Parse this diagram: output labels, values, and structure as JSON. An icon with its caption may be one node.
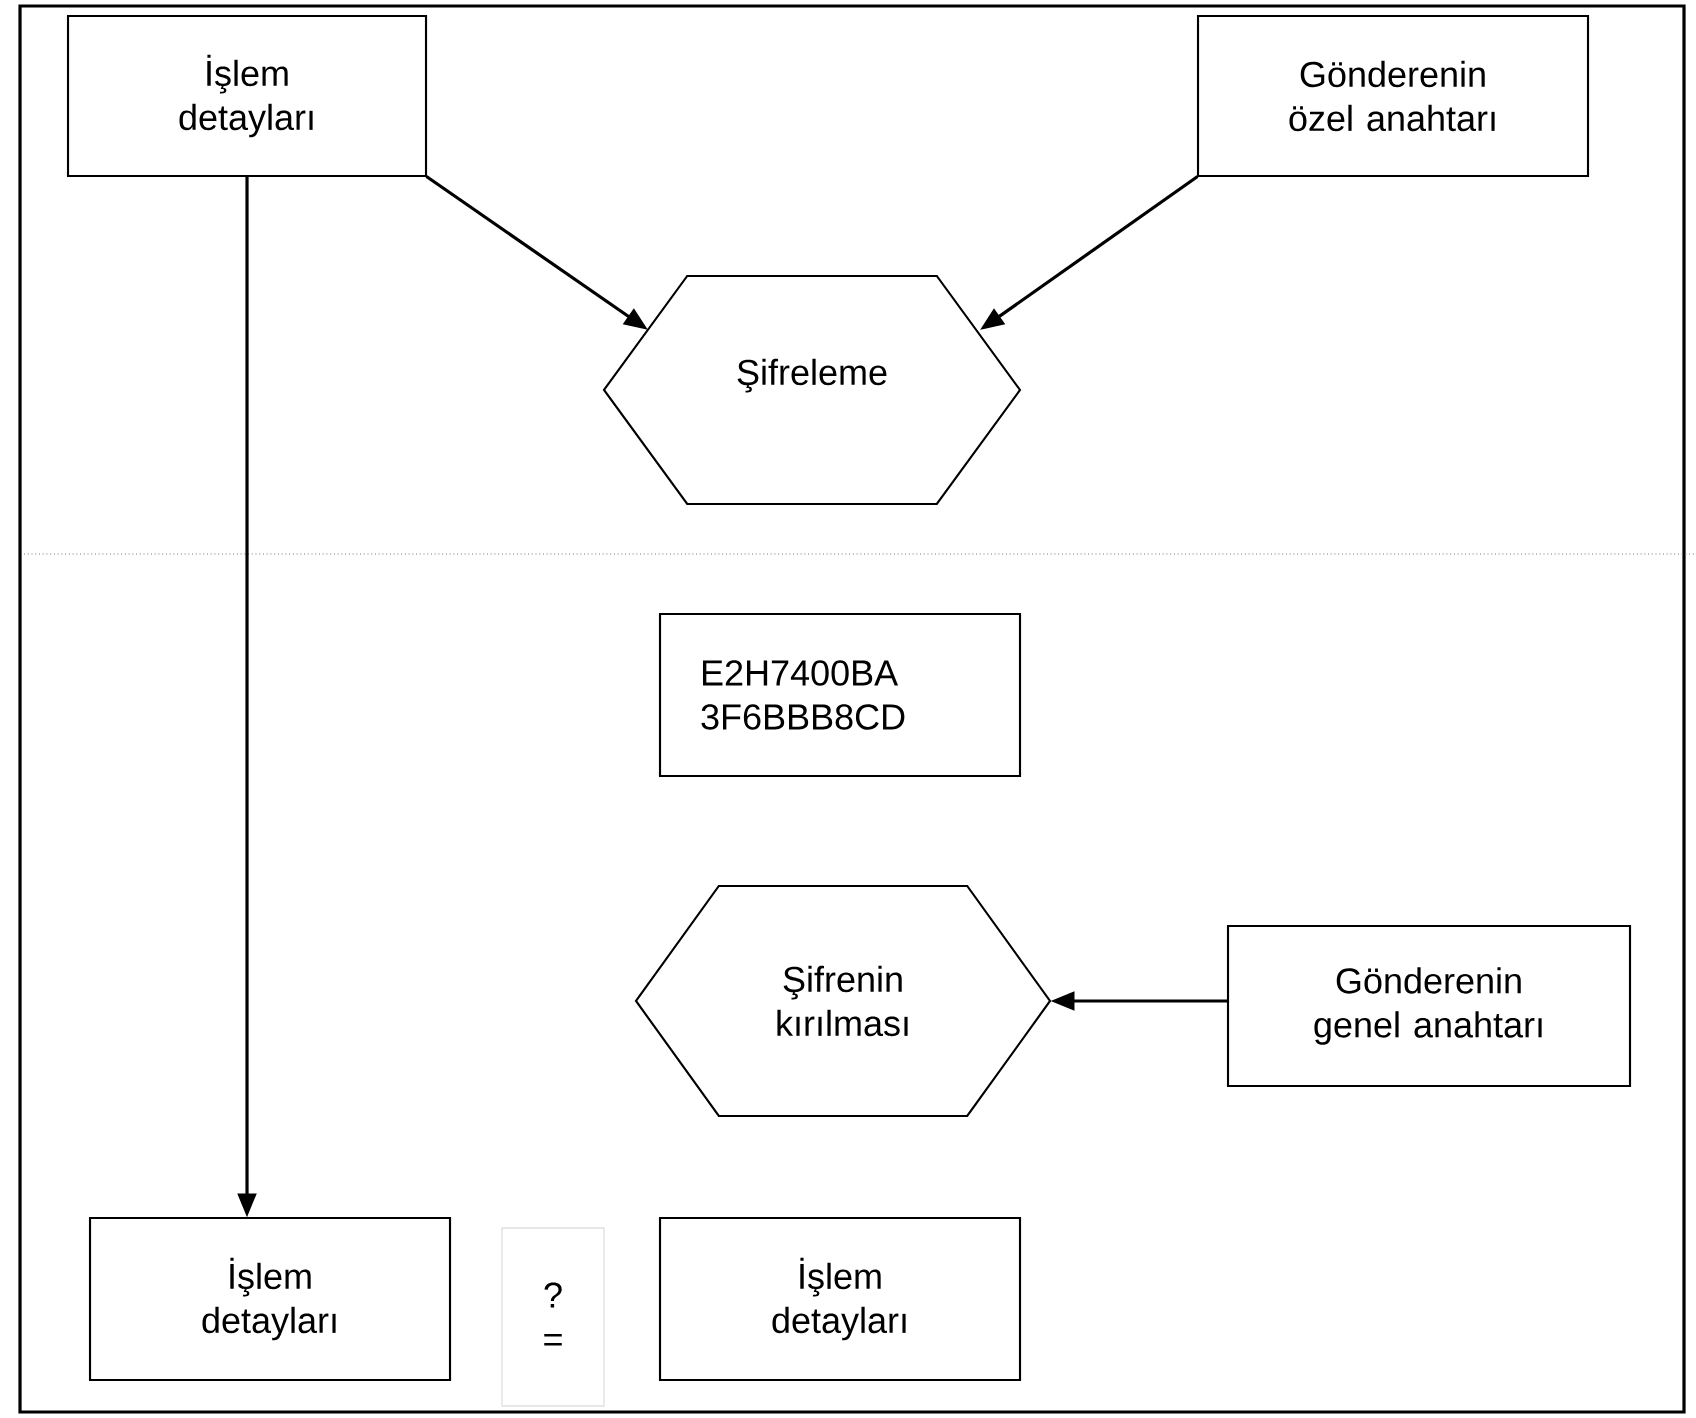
{
  "diagram": {
    "nodes": [
      {
        "text": [
          "İşlem detayları"
        ]
      },
      {
        "text": [
          "Gönderenin özel anahtarı"
        ]
      },
      {
        "text": [
          "Şifreleme"
        ]
      },
      {
        "text": [
          "E2H7400BA 3F6BBB8CD"
        ]
      },
      {
        "text": [
          "Şifrenin kırılması"
        ]
      },
      {
        "text": [
          "Gönderenin genel anahtarı"
        ]
      },
      {
        "text": [
          "İşlem detayları"
        ]
      },
      {
        "text": [
          "? ="
        ]
      },
      {
        "text": [
          "İşlem detayları"
        ]
      }
    ],
    "edges": [
      {
        "from": 0,
        "to": 2,
        "arrow": "to"
      },
      {
        "from": 1,
        "to": 2,
        "arrow": "to"
      },
      {
        "from": 5,
        "to": 4,
        "arrow": "to"
      },
      {
        "from": 0,
        "to": 6,
        "arrow": "to"
      }
    ]
  }
}
